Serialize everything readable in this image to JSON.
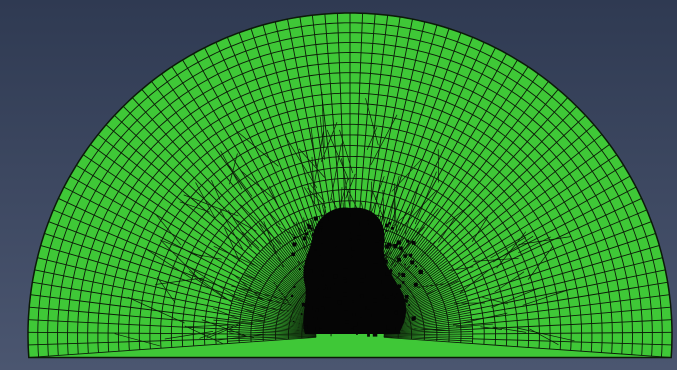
{
  "viewport": {
    "background_top": "#2f3a52",
    "background_bottom": "#4b5670"
  },
  "mesh": {
    "shape": "half-annulus fan (semicircular disk)",
    "element_fill": "#3fc837",
    "element_stroke": "#0b1a08",
    "dense_core_color": "#050505",
    "radial_divisions": 28,
    "angular_divisions": 84
  }
}
